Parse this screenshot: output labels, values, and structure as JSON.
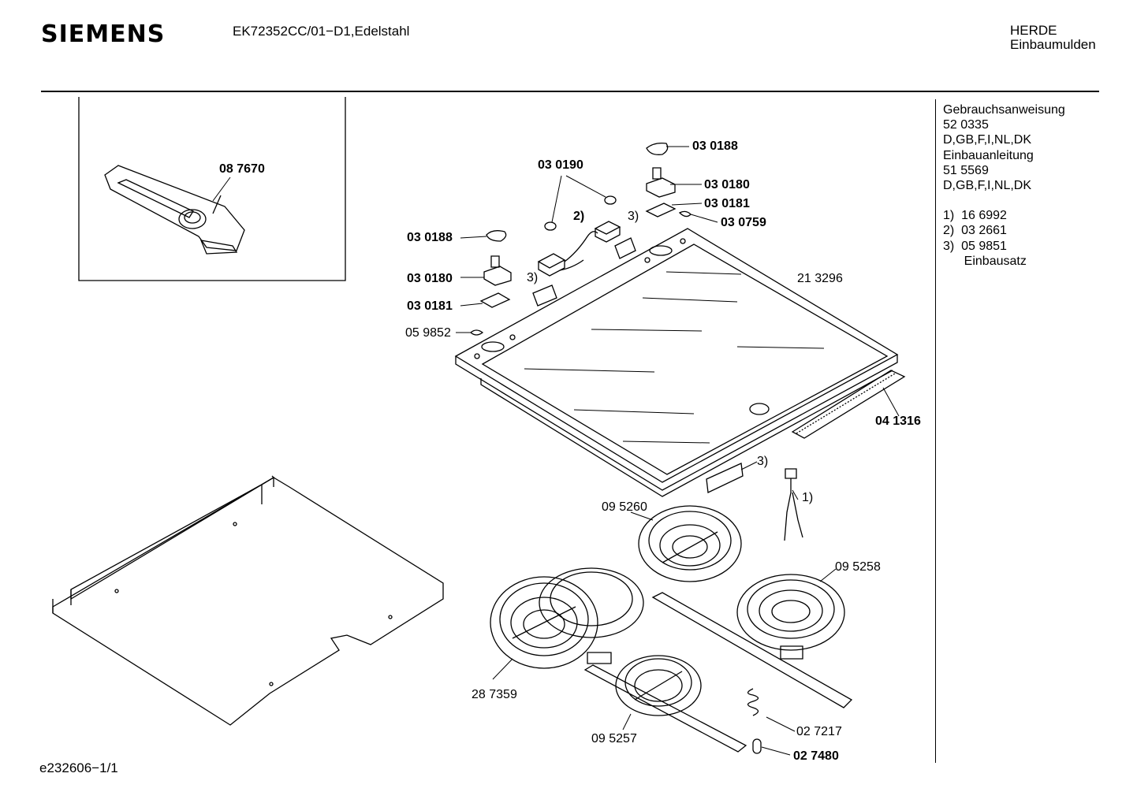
{
  "header": {
    "brand": "SIEMENS",
    "model": "EK72352CC/01−D1,Edelstahl",
    "category_line1": "HERDE",
    "category_line2": "Einbaumulden"
  },
  "sidebar": {
    "lines": [
      "Gebrauchsanweisung",
      "52 0335",
      "D,GB,F,I,NL,DK",
      "Einbauanleitung",
      "51 5569",
      "D,GB,F,I,NL,DK",
      "",
      "1)  16 6992",
      "2)  03 2661",
      "3)  05 9851",
      "      Einbausatz"
    ]
  },
  "labels": {
    "p087670": "08 7670",
    "p030188_top": "03 0188",
    "p030190": "03 0190",
    "p030180_right": "03 0180",
    "p030181_right": "03 0181",
    "p030759": "03 0759",
    "fn2": "2)",
    "fn3_a": "3)",
    "fn3_b": "3)",
    "fn3_c": "3)",
    "fn1": "1)",
    "p030188_left": "03 0188",
    "p030180_left": "03 0180",
    "p030181_left": "03 0181",
    "p059852": "05 9852",
    "p213296": "21 3296",
    "p041316": "04 1316",
    "p095260": "09 5260",
    "p095258": "09 5258",
    "p287359": "28 7359",
    "p095257": "09 5257",
    "p027217": "02 7217",
    "p027480": "02 7480"
  },
  "footer": {
    "code": "e232606−1/1"
  }
}
